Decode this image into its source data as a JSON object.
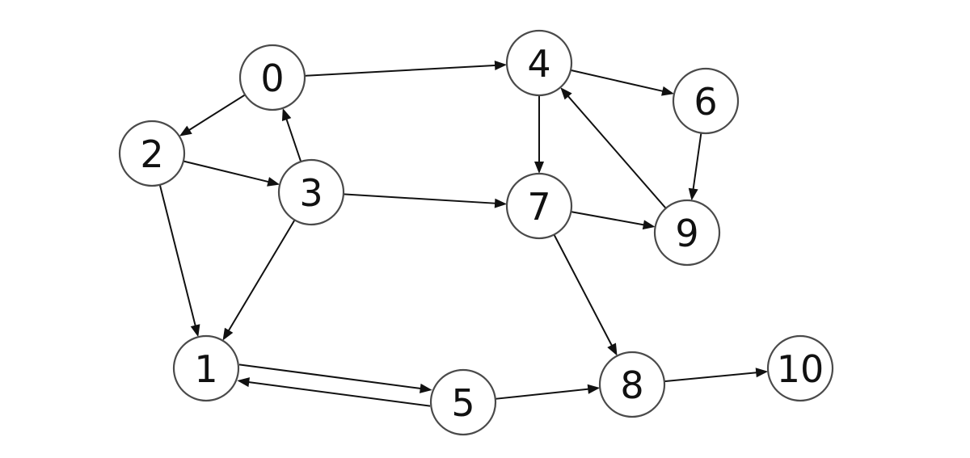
{
  "graph": {
    "directed": true,
    "node_color": "#ffffff",
    "node_border_color": "#4a4a4a",
    "edge_color": "#111111",
    "nodes": [
      {
        "id": "0",
        "label": "0"
      },
      {
        "id": "1",
        "label": "1"
      },
      {
        "id": "2",
        "label": "2"
      },
      {
        "id": "3",
        "label": "3"
      },
      {
        "id": "4",
        "label": "4"
      },
      {
        "id": "5",
        "label": "5"
      },
      {
        "id": "6",
        "label": "6"
      },
      {
        "id": "7",
        "label": "7"
      },
      {
        "id": "8",
        "label": "8"
      },
      {
        "id": "9",
        "label": "9"
      },
      {
        "id": "10",
        "label": "10"
      }
    ],
    "edges": [
      {
        "from": "0",
        "to": "4"
      },
      {
        "from": "0",
        "to": "2"
      },
      {
        "from": "2",
        "to": "3"
      },
      {
        "from": "2",
        "to": "1"
      },
      {
        "from": "3",
        "to": "0"
      },
      {
        "from": "3",
        "to": "7"
      },
      {
        "from": "3",
        "to": "1"
      },
      {
        "from": "4",
        "to": "6"
      },
      {
        "from": "4",
        "to": "7"
      },
      {
        "from": "6",
        "to": "9"
      },
      {
        "from": "9",
        "to": "4"
      },
      {
        "from": "7",
        "to": "9"
      },
      {
        "from": "7",
        "to": "8"
      },
      {
        "from": "1",
        "to": "5"
      },
      {
        "from": "5",
        "to": "1"
      },
      {
        "from": "5",
        "to": "8"
      },
      {
        "from": "8",
        "to": "10"
      }
    ]
  }
}
